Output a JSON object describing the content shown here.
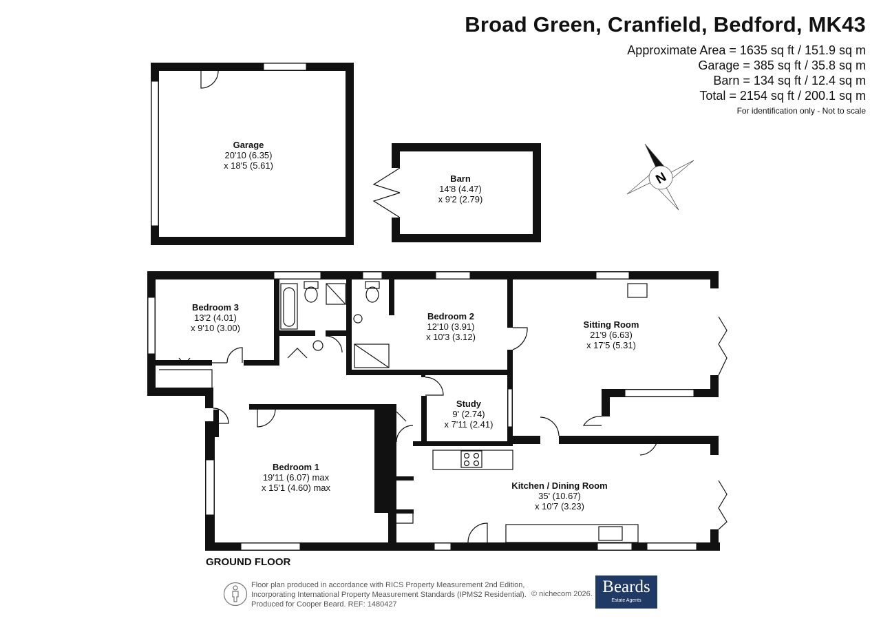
{
  "header": {
    "title": "Broad Green, Cranfield, Bedford, MK43",
    "area_lines": [
      "Approximate Area = 1635 sq ft / 151.9 sq m",
      "Garage = 385 sq ft / 35.8 sq m",
      "Barn = 134 sq ft / 12.4 sq m",
      "Total = 2154 sq ft / 200.1 sq m"
    ],
    "note": "For identification only - Not to scale"
  },
  "rooms": {
    "garage": {
      "name": "Garage",
      "line1": "20'10 (6.35)",
      "line2": "x 18'5 (5.61)"
    },
    "barn": {
      "name": "Barn",
      "line1": "14'8 (4.47)",
      "line2": "x 9'2 (2.79)"
    },
    "bedroom3": {
      "name": "Bedroom 3",
      "line1": "13'2 (4.01)",
      "line2": "x 9'10 (3.00)"
    },
    "bedroom2": {
      "name": "Bedroom 2",
      "line1": "12'10 (3.91)",
      "line2": "x 10'3 (3.12)"
    },
    "sitting": {
      "name": "Sitting Room",
      "line1": "21'9 (6.63)",
      "line2": "x 17'5 (5.31)"
    },
    "study": {
      "name": "Study",
      "line1": "9' (2.74)",
      "line2": "x 7'11 (2.41)"
    },
    "bedroom1": {
      "name": "Bedroom 1",
      "line1": "19'11 (6.07) max",
      "line2": "x 15'1 (4.60) max"
    },
    "kitchen": {
      "name": "Kitchen / Dining Room",
      "line1": "35' (10.67)",
      "line2": "x 10'7 (3.23)"
    }
  },
  "compass": {
    "label": "N"
  },
  "floor_label": "GROUND FLOOR",
  "footer": {
    "lines": [
      "Floor plan produced in accordance with RICS Property Measurement 2nd Edition,",
      "Incorporating International Property Measurement Standards (IPMS2 Residential).",
      "Produced for Cooper Beard.   REF:  1480427"
    ],
    "copyright": "© nichecom 2026.",
    "logo_main": "Beards",
    "logo_sub": "Estate Agents"
  },
  "colors": {
    "wall": "#111111",
    "logo_bg": "#1f3a64"
  }
}
